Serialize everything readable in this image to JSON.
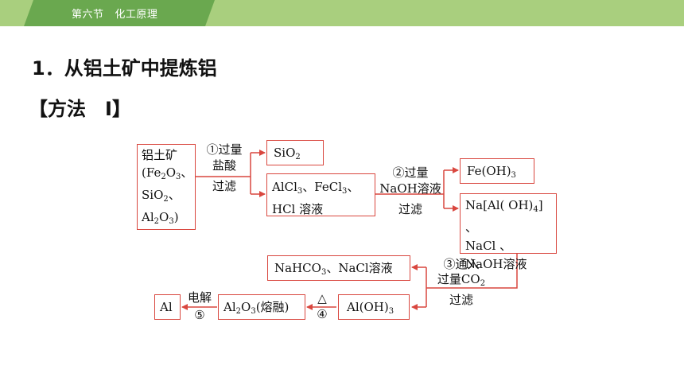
{
  "header": {
    "section": "第六节",
    "chapter": "化工原理"
  },
  "heading": {
    "title": "1．从铝土矿中提炼铝",
    "method": "【方法　Ⅰ】"
  },
  "diagram": {
    "ore": {
      "l1": "铝土矿",
      "l2a": "(Fe",
      "l2b": "2",
      "l2c": "O",
      "l2d": "3",
      "l2e": "、",
      "l3a": "SiO",
      "l3b": "2",
      "l3c": "、",
      "l4a": "Al",
      "l4b": "2",
      "l4c": "O",
      "l4d": "3",
      "l4e": ")"
    },
    "step1": {
      "l1": "①过量",
      "l2": "盐酸",
      "l3": "过滤"
    },
    "sio2": {
      "a": "SiO",
      "b": "2"
    },
    "filtrate1": {
      "a": "AlCl",
      "b": "3",
      "c": "、FeCl",
      "d": "3",
      "e": "、",
      "l2": "HCl 溶液"
    },
    "step2": {
      "l1": "②过量",
      "l2": "NaOH溶液",
      "l3": "过滤"
    },
    "feoh3": {
      "a": "Fe(OH)",
      "b": "3"
    },
    "filtrate2": {
      "l1a": "Na[Al( OH)",
      "l1b": "4",
      "l1c": "] 、",
      "l2": "NaCl 、",
      "l3": "NaOH溶液"
    },
    "step3": {
      "l1": "③通入",
      "l2a": "过量CO",
      "l2b": "2",
      "l3": "过滤"
    },
    "nahco3": {
      "a": "NaHCO",
      "b": "3",
      "c": "、NaCl溶液"
    },
    "aloh3": {
      "a": "Al(OH)",
      "b": "3"
    },
    "step4": {
      "l1": "△",
      "l2": "④"
    },
    "al2o3": {
      "a": "Al",
      "b": "2",
      "c": "O",
      "d": "3",
      "e": "(熔融)"
    },
    "step5": {
      "l1": "电解",
      "l2": "⑤"
    },
    "al": "Al"
  },
  "colors": {
    "accent": "#d9473f",
    "bar": "#a9cf7e",
    "tab": "#6aa84f"
  }
}
